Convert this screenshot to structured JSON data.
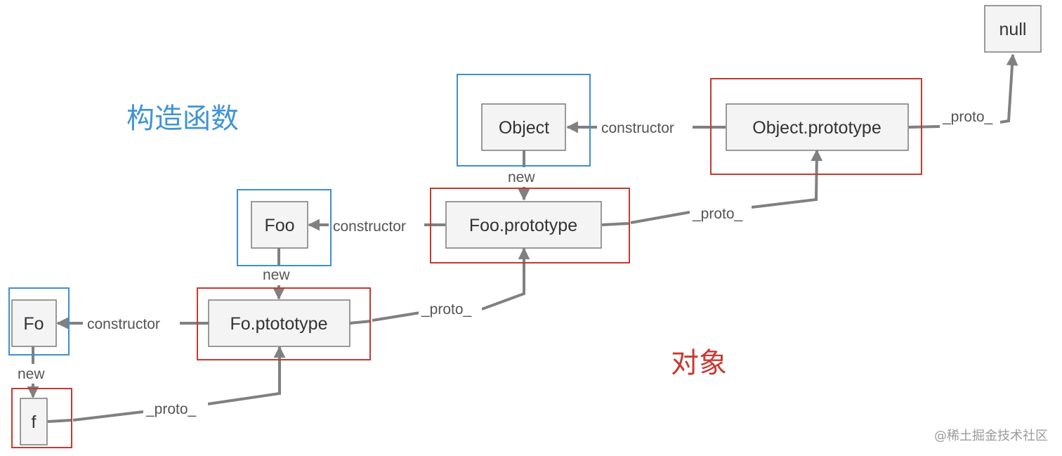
{
  "legend": {
    "constructors": "构造函数",
    "objects": "对象"
  },
  "nodes": {
    "null": "null",
    "object": "Object",
    "object_prototype": "Object.prototype",
    "foo": "Foo",
    "foo_prototype": "Foo.prototype",
    "fo": "Fo",
    "fo_prototype": "Fo.ptototype",
    "f": "f"
  },
  "edges": {
    "object_constructor": "constructor",
    "object_prototype_proto": "_proto_",
    "object_new": "new",
    "foo_constructor": "constructor",
    "foo_prototype_proto": "_proto_",
    "foo_new": "new",
    "fo_constructor": "constructor",
    "fo_prototype_proto": "_proto_",
    "fo_new": "new",
    "f_proto": "_proto_"
  },
  "colors": {
    "constructor_frame": "#3f8fd0",
    "object_frame": "#c53a32",
    "arrow": "#808080"
  },
  "watermark": "@稀土掘金技术社区"
}
